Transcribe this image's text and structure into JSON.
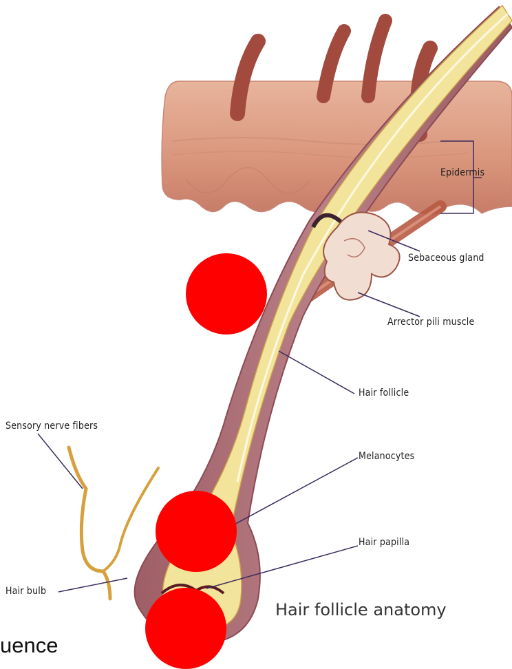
{
  "labels": {
    "epidermis": "Epidermis",
    "sebaceous_gland": "Sebaceous gland",
    "arrector_pili_muscle": "Arrector pili muscle",
    "hair_follicle": "Hair follicle",
    "sensory_nerve_fibers": "Sensory nerve fibers",
    "melanocytes": "Melanocytes",
    "hair_papilla": "Hair papilla",
    "hair_bulb": "Hair bulb"
  },
  "caption": "Hair follicle anatomy",
  "text_fragment": "uence",
  "colors": {
    "skin": "#d79277",
    "skin_dark": "#b4665a",
    "hair_shaft": "#f3e49b",
    "follicle": "#a66a72",
    "muscle": "#b85a44",
    "nerve": "#d6a13d",
    "marker": "#ff0000",
    "label_line": "#3a2a5e"
  }
}
